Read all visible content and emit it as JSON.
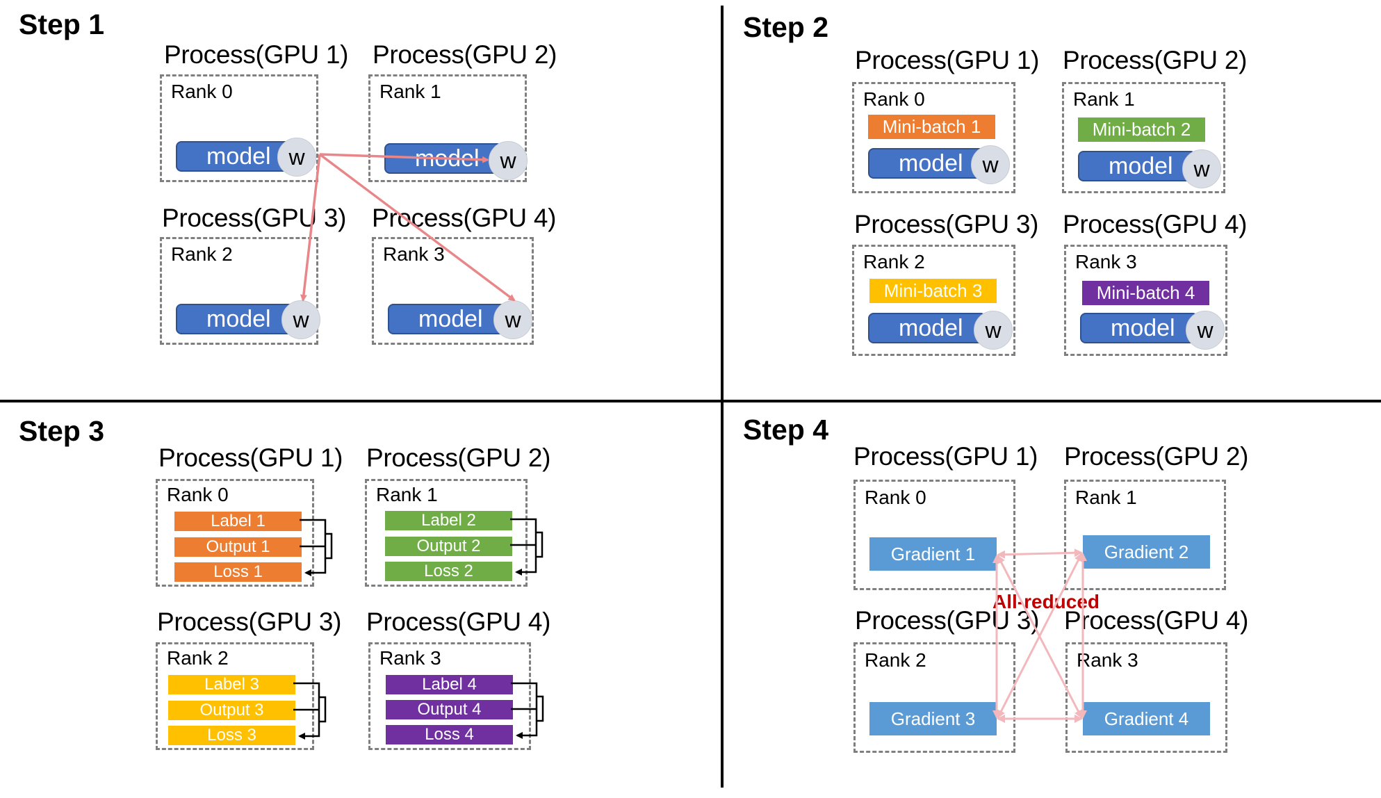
{
  "steps": [
    {
      "title": "Step 1"
    },
    {
      "title": "Step 2"
    },
    {
      "title": "Step 3"
    },
    {
      "title": "Step 4"
    }
  ],
  "processes": [
    {
      "title": "Process(GPU 1)",
      "rank": "Rank 0"
    },
    {
      "title": "Process(GPU 2)",
      "rank": "Rank 1"
    },
    {
      "title": "Process(GPU 3)",
      "rank": "Rank 2"
    },
    {
      "title": "Process(GPU 4)",
      "rank": "Rank 3"
    }
  ],
  "model_label": "model",
  "weight_label": "w",
  "mini_batches": [
    {
      "label": "Mini-batch 1",
      "color": "#ed7d31"
    },
    {
      "label": "Mini-batch 2",
      "color": "#70ad47"
    },
    {
      "label": "Mini-batch 3",
      "color": "#ffc000"
    },
    {
      "label": "Mini-batch 4",
      "color": "#7030a0"
    }
  ],
  "step3_bars": [
    {
      "label": "Label 1",
      "output": "Output 1",
      "loss": "Loss 1",
      "color": "#ed7d31"
    },
    {
      "label": "Label 2",
      "output": "Output 2",
      "loss": "Loss 2",
      "color": "#70ad47"
    },
    {
      "label": "Label 3",
      "output": "Output 3",
      "loss": "Loss 3",
      "color": "#ffc000"
    },
    {
      "label": "Label 4",
      "output": "Output 4",
      "loss": "Loss 4",
      "color": "#7030a0"
    }
  ],
  "gradients": [
    "Gradient 1",
    "Gradient 2",
    "Gradient 3",
    "Gradient 4"
  ],
  "all_reduced_label": "All-reduced",
  "colors": {
    "model": "#4472c4",
    "weight_circle": "#d9dde6",
    "gradient": "#5b9bd5",
    "broadcast_arrow": "#e8868a",
    "allreduce_arrow": "#f2b8bb",
    "allreduce_text": "#c00000",
    "dashed_border": "#7f7f7f"
  }
}
